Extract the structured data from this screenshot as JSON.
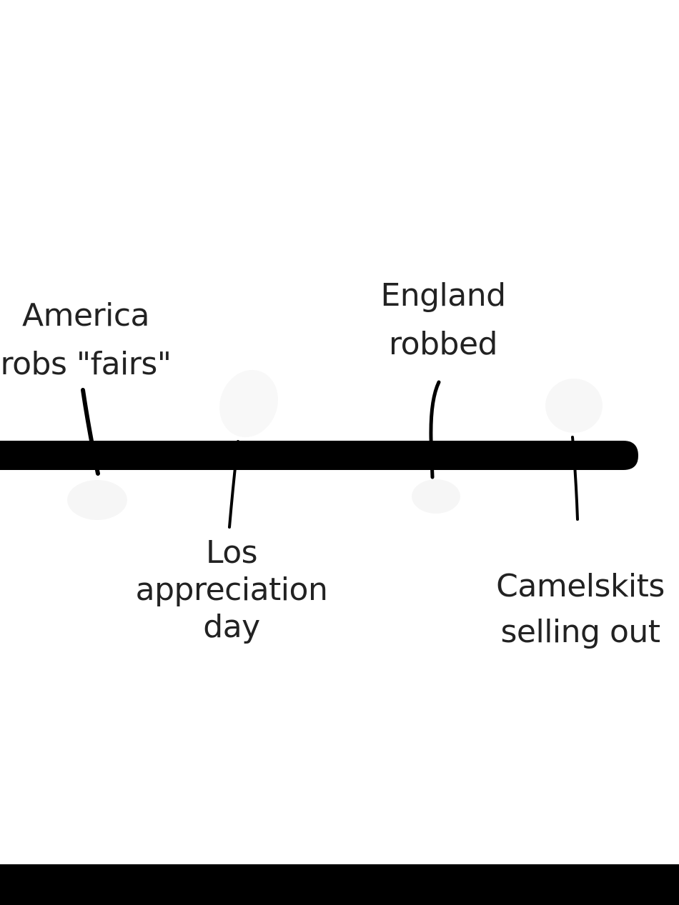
{
  "colors": {
    "background": "#ffffff",
    "line": "#000000",
    "text": "#222222",
    "bottom_bar": "#000000"
  },
  "events": [
    {
      "label_lines": [
        "America",
        "robs \"fairs\""
      ],
      "side": "above"
    },
    {
      "label_lines": [
        "Los",
        "appreciation",
        "day"
      ],
      "side": "below"
    },
    {
      "label_lines": [
        "England",
        "robbed"
      ],
      "side": "above"
    },
    {
      "label_lines": [
        "Camelskits",
        "selling out"
      ],
      "side": "below"
    }
  ]
}
